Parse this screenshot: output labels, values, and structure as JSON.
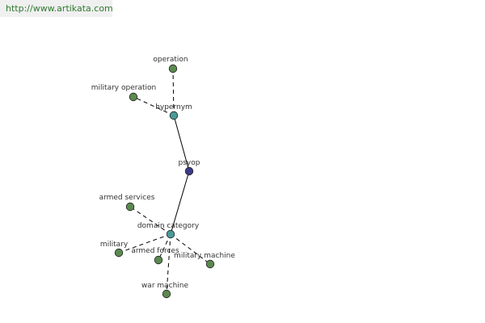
{
  "watermark": {
    "url": "http://www.artikata.com"
  },
  "colors": {
    "leaf": "#5a8a4f",
    "relation": "#4a9a9a",
    "center": "#3a3a8a",
    "edge": "#000000",
    "url_text": "#2f7a2f"
  },
  "graph": {
    "nodes": [
      {
        "id": "operation",
        "label": "operation",
        "kind": "leaf"
      },
      {
        "id": "military-operation",
        "label": "military operation",
        "kind": "leaf"
      },
      {
        "id": "hypernym",
        "label": "hypernym",
        "kind": "relation"
      },
      {
        "id": "psyop",
        "label": "psyop",
        "kind": "center"
      },
      {
        "id": "domain-category",
        "label": "domain category",
        "kind": "relation"
      },
      {
        "id": "armed-services",
        "label": "armed services",
        "kind": "leaf"
      },
      {
        "id": "military",
        "label": "military",
        "kind": "leaf"
      },
      {
        "id": "armed-forces",
        "label": "armed forces",
        "kind": "leaf"
      },
      {
        "id": "military-machine",
        "label": "military machine",
        "kind": "leaf"
      },
      {
        "id": "war-machine",
        "label": "war machine",
        "kind": "leaf"
      }
    ],
    "edges": [
      {
        "from": "hypernym",
        "to": "operation",
        "style": "dashed"
      },
      {
        "from": "hypernym",
        "to": "military-operation",
        "style": "dashed"
      },
      {
        "from": "psyop",
        "to": "hypernym",
        "style": "solid"
      },
      {
        "from": "psyop",
        "to": "domain-category",
        "style": "solid"
      },
      {
        "from": "domain-category",
        "to": "armed-services",
        "style": "dashed"
      },
      {
        "from": "domain-category",
        "to": "military",
        "style": "dashed"
      },
      {
        "from": "domain-category",
        "to": "armed-forces",
        "style": "dashed"
      },
      {
        "from": "domain-category",
        "to": "military-machine",
        "style": "dashed"
      },
      {
        "from": "domain-category",
        "to": "war-machine",
        "style": "dashed"
      }
    ]
  }
}
